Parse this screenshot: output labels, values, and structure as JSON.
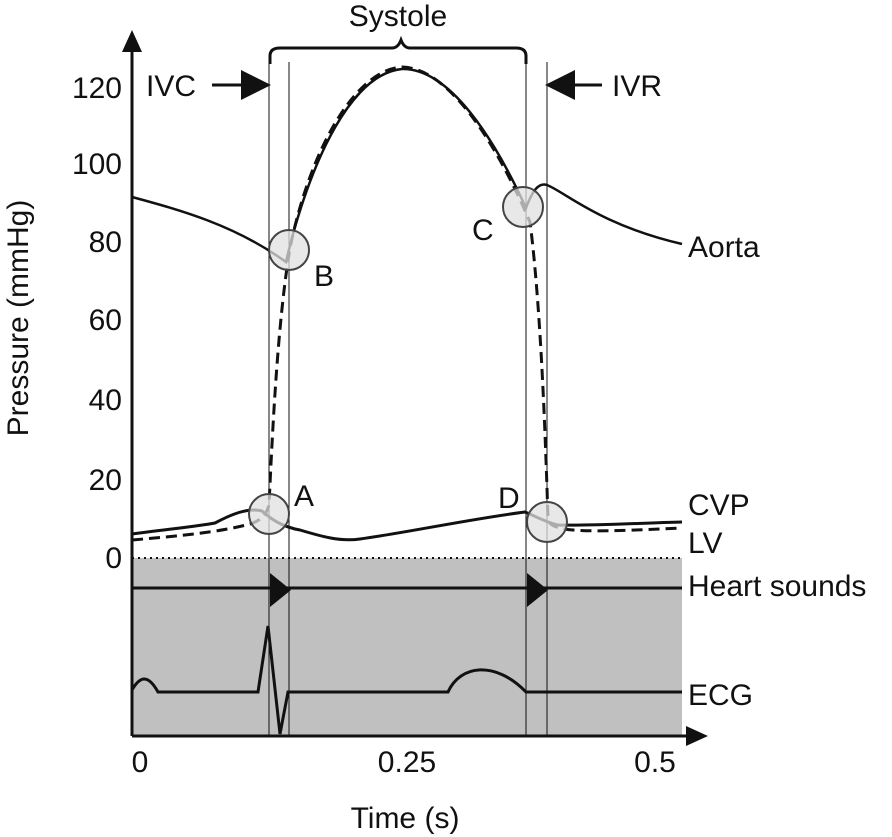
{
  "header": {
    "span_label": "Systole"
  },
  "phases": {
    "ivc": "IVC",
    "ivr": "IVR"
  },
  "axes": {
    "y_label": "Pressure (mmHg)",
    "x_label": "Time (s)",
    "y_ticks": [
      "120",
      "100",
      "80",
      "60",
      "40",
      "20",
      "0"
    ],
    "x_ticks": [
      "0",
      "0.25",
      "0.5"
    ]
  },
  "markers": {
    "a": "A",
    "b": "B",
    "c": "C",
    "d": "D"
  },
  "traces": {
    "aorta": "Aorta",
    "cvp": "CVP",
    "lv": "LV",
    "heart_sounds": "Heart sounds",
    "ecg": "ECG"
  },
  "colors": {
    "panel": "#c0c0c0",
    "marker_fill": "#e0e0e0",
    "line": "#111111"
  }
}
